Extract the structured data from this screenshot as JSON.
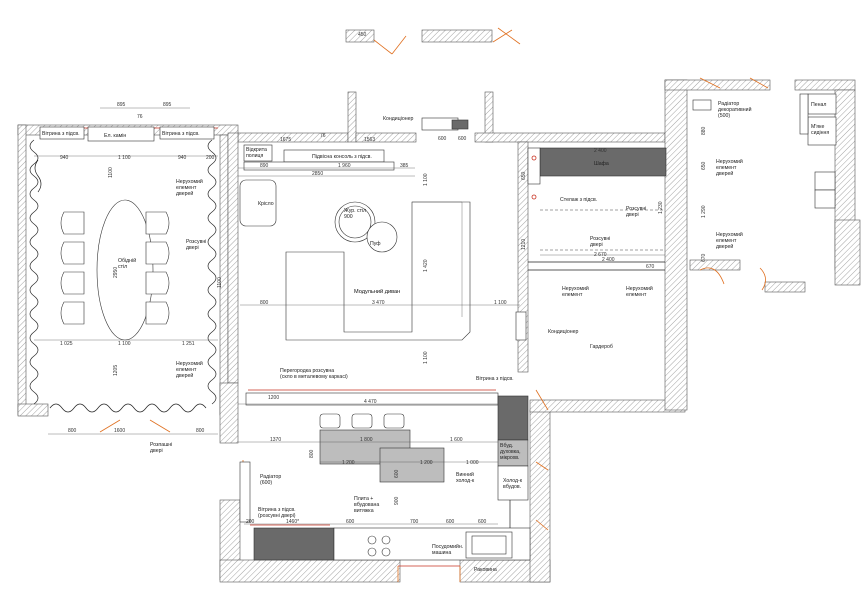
{
  "colors": {
    "wall": "#cfcfcf",
    "door": "#e07020",
    "accent_red": "#c83020",
    "dark_furniture": "#6a6a6a",
    "gray_furniture": "#bdbdbd"
  },
  "labels": {
    "fireplace": "Ел. камін",
    "vitrine_left": "Вітрина з підсв.",
    "vitrine_right": "Вітрина з підсв.",
    "dining_table": "Обідній\nстіл",
    "fixed_door_elem_1": "Нерухомий\nелемент\nдверей",
    "sliding_doors_left": "Розсувні\nдвері",
    "fixed_door_elem_2": "Нерухомий\nелемент\nдверей",
    "swing_doors": "Розпашні\nдвері",
    "open_shelf": "Відкрита\nполиця",
    "hanging_console": "Підвісна консоль з підсв.",
    "armchair": "Крісло",
    "coffee_table": "Жур. стіл\n900",
    "pouf": "Пуф",
    "modular_sofa": "Модульний диван",
    "ac_top": "Кондиціонер",
    "ac_mid": "Кондиціонер",
    "wardrobe_shelf": "Шафа",
    "rack": "Стелаж з підсв.",
    "sliding_doors_right": "Розсувні\nдвері",
    "sliding_doors_right2": "Розсувні\nдвері",
    "fixed_elem_r1": "Нерухомий\nелемент",
    "fixed_elem_r2": "Нерухомий\nелемент",
    "fixed_door_r1": "Нерухомий\nелемент\nдверей",
    "fixed_door_r2": "Нерухомий\nелемент\nдверей",
    "wardrobe": "Гардероб",
    "radiator_decor": "Радіатор\nдекоративний\n(500)",
    "pencil_case": "Пенал",
    "soft_seat": "М'яке\nсидіння",
    "partition": "Перегородка розсувна\n(скло в металевому каркасі)",
    "vitrine_kitchen": "Вітрина з підсв.",
    "oven": "Вбуд.\nдуховка,\nмікрохв.",
    "fridge": "Холод-к\nвбудов.",
    "wine_fridge": "Винний\nхолод-к",
    "radiator": "Радіатор\n(600)",
    "vitrine_sliding": "Вітрина з підсв.\n(розсувні двері)",
    "hob": "Плита +\nвбудована\nвитяжка",
    "dishwasher": "Посудомийн.\nмашина",
    "sink": "Раковина"
  },
  "dims": {
    "d895a": "895",
    "d895b": "895",
    "d76": "76",
    "d940a": "940",
    "d1100a": "1 100",
    "d940b": "940",
    "d200a": "200",
    "d1025": "1 025",
    "d1100b": "1 100",
    "d1251": "1 251",
    "d800a": "800",
    "d1600a": "1600",
    "d800b": "800",
    "d1675": "1675",
    "d76b": "76",
    "d1563": "1563",
    "d890": "890",
    "d1960": "1 960",
    "d385": "385",
    "d2850": "2850",
    "d800c": "800",
    "d3470": "3 470",
    "d1100c": "1 100",
    "d450": "450",
    "d600a": "600",
    "d600b": "600",
    "d2400a": "2 400",
    "d2400b": "2 400",
    "d2670": "2 670",
    "d670": "670",
    "d1200a": "1200",
    "d4470": "4 470",
    "d1370": "1370",
    "d1800": "1 800",
    "d1600b": "1 600",
    "d1200b": "1 200",
    "d1200c": "1 200",
    "d1000": "1 000",
    "d200b": "200",
    "d1460": "1460*",
    "d600c": "600",
    "d700": "700",
    "d600d": "600",
    "d600e": "600",
    "v1100a": "1100",
    "v2950": "2950",
    "v1205": "1205",
    "v1100b": "1100",
    "v1420": "1 420",
    "v1100c": "1 100",
    "v1100d": "1 100",
    "v1230": "1 230",
    "v650a": "650",
    "v1210": "1210",
    "v900": "900",
    "v800": "800",
    "v600": "600",
    "v650b": "650",
    "v880": "880",
    "v1290": "1 290",
    "v670": "670"
  }
}
